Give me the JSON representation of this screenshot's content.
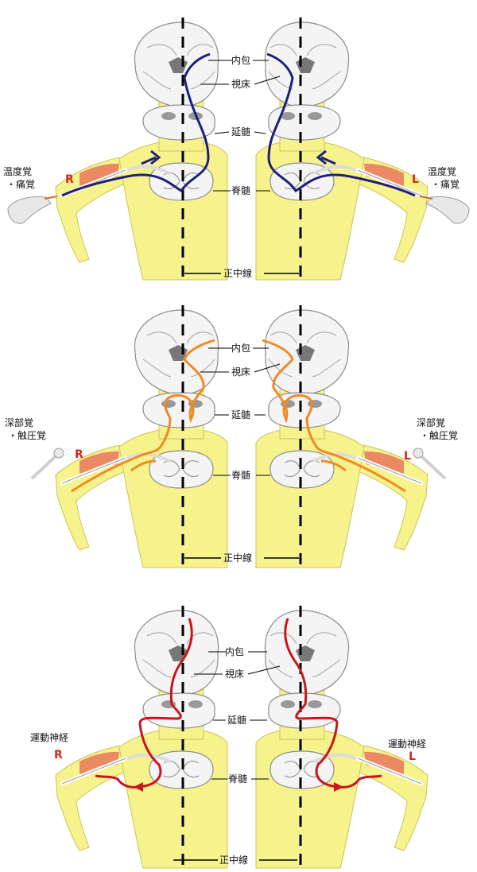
{
  "labels": {
    "internal_capsule": "内包",
    "thalamus": "視床",
    "medulla": "延髄",
    "spinal_cord": "脊髄",
    "midline": "正中線",
    "right": "R",
    "left": "L"
  },
  "panels": [
    {
      "sensation_line1": "温度覚",
      "sensation_line2": "・痛覚",
      "pathway_color": "#1f1f7a"
    },
    {
      "sensation_line1": "深部覚",
      "sensation_line2": "・触圧覚",
      "pathway_color": "#f08a24"
    },
    {
      "sensation_line1": "運動神経",
      "sensation_line2": "",
      "pathway_color": "#c8161d"
    }
  ],
  "colors": {
    "skin": "#f6f38c",
    "skin_edge": "#c9c45a",
    "muscle": "#e8765a",
    "tissue": "#f4f4f4",
    "tissue_edge": "#8c8c8c"
  }
}
